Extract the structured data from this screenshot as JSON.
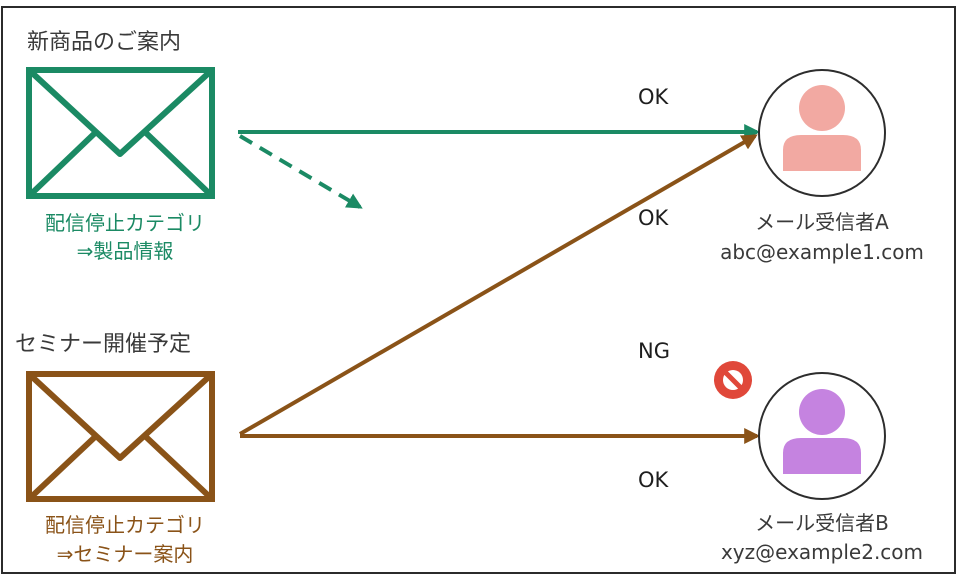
{
  "messages": [
    {
      "title": "新商品のご案内",
      "category_line1": "配信停止カテゴリ",
      "category_line2": "⇒製品情報",
      "color": "#1b8a64",
      "icon": "envelope-icon"
    },
    {
      "title": "セミナー開催予定",
      "category_line1": "配信停止カテゴリ",
      "category_line2": "⇒セミナー案内",
      "color": "#8a5318",
      "icon": "envelope-icon"
    }
  ],
  "recipients": [
    {
      "name": "メール受信者A",
      "email": "abc@example1.com",
      "avatar_color": "#f2a9a2",
      "icon": "person-icon"
    },
    {
      "name": "メール受信者B",
      "email": "xyz@example2.com",
      "avatar_color": "#c583e0",
      "icon": "person-icon"
    }
  ],
  "statuses": {
    "product_to_a": "OK",
    "seminar_to_a": "OK",
    "seminar_to_b_blocked": "NG",
    "seminar_to_b": "OK"
  },
  "block_icon": {
    "name": "prohibited-icon",
    "color": "#e0483a"
  }
}
